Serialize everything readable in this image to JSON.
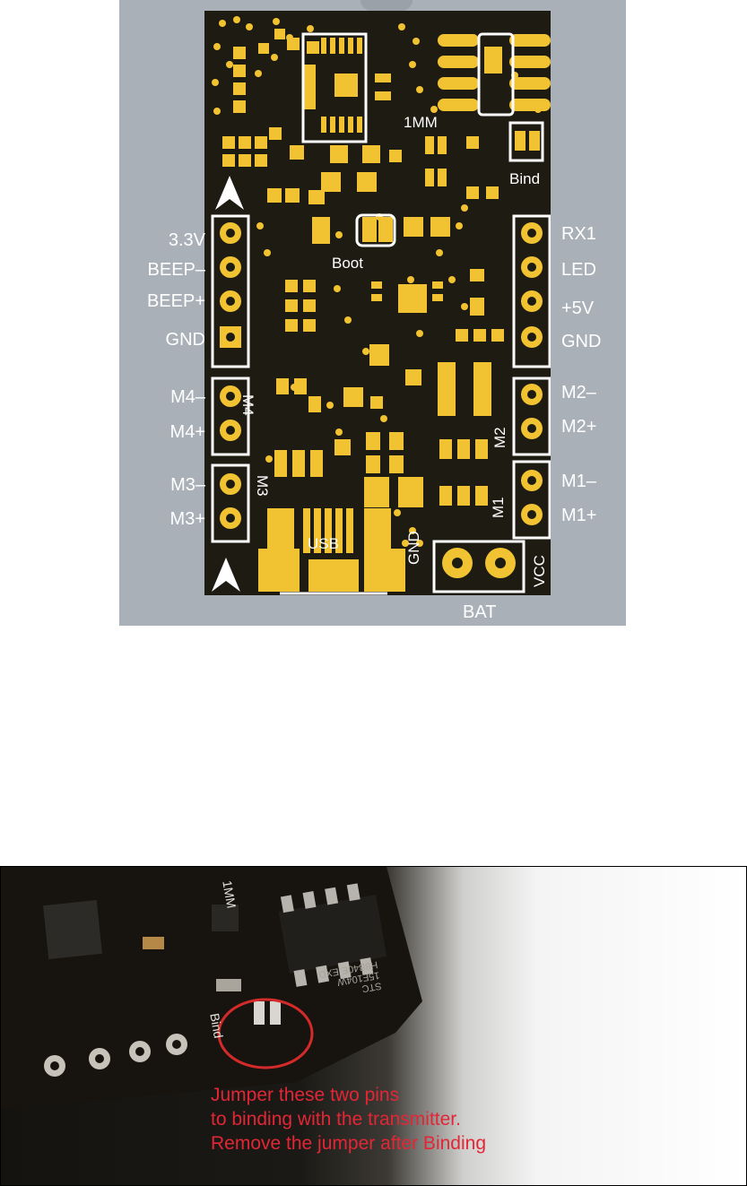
{
  "pcb": {
    "left_labels": [
      "3.3V",
      "BEEP–",
      "BEEP+",
      "GND",
      "M4–",
      "M4+",
      "M3–",
      "M3+"
    ],
    "right_labels": [
      "RX1",
      "LED",
      "+5V",
      "GND",
      "M2–",
      "M2+",
      "M1–",
      "M1+"
    ],
    "board_texts": {
      "one_mm": "1MM",
      "bind": "Bind",
      "boot": "Boot",
      "usb": "USB",
      "gnd": "GND",
      "vcc": "VCC",
      "m4": "M4",
      "m3": "M3",
      "m2": "M2",
      "m1": "M1"
    },
    "bat_label": "BAT",
    "colors": {
      "pad": "#f1c232",
      "board": "#1d1b12",
      "silkscreen": "#ffffff",
      "frame": "#a9b0b8"
    }
  },
  "photo": {
    "chip_marking_line1": "STC",
    "chip_marking_line2": "15F104W",
    "chip_marking_line3": "H8B40E.EXD",
    "board_bind_text": "Bind",
    "board_1mm_text": "1MM",
    "caption": [
      "Jumper these two pins",
      "to binding with the transmitter.",
      "Remove the jumper after Binding"
    ],
    "colors": {
      "caption": "#e32636",
      "circle": "#d42a2a"
    }
  }
}
